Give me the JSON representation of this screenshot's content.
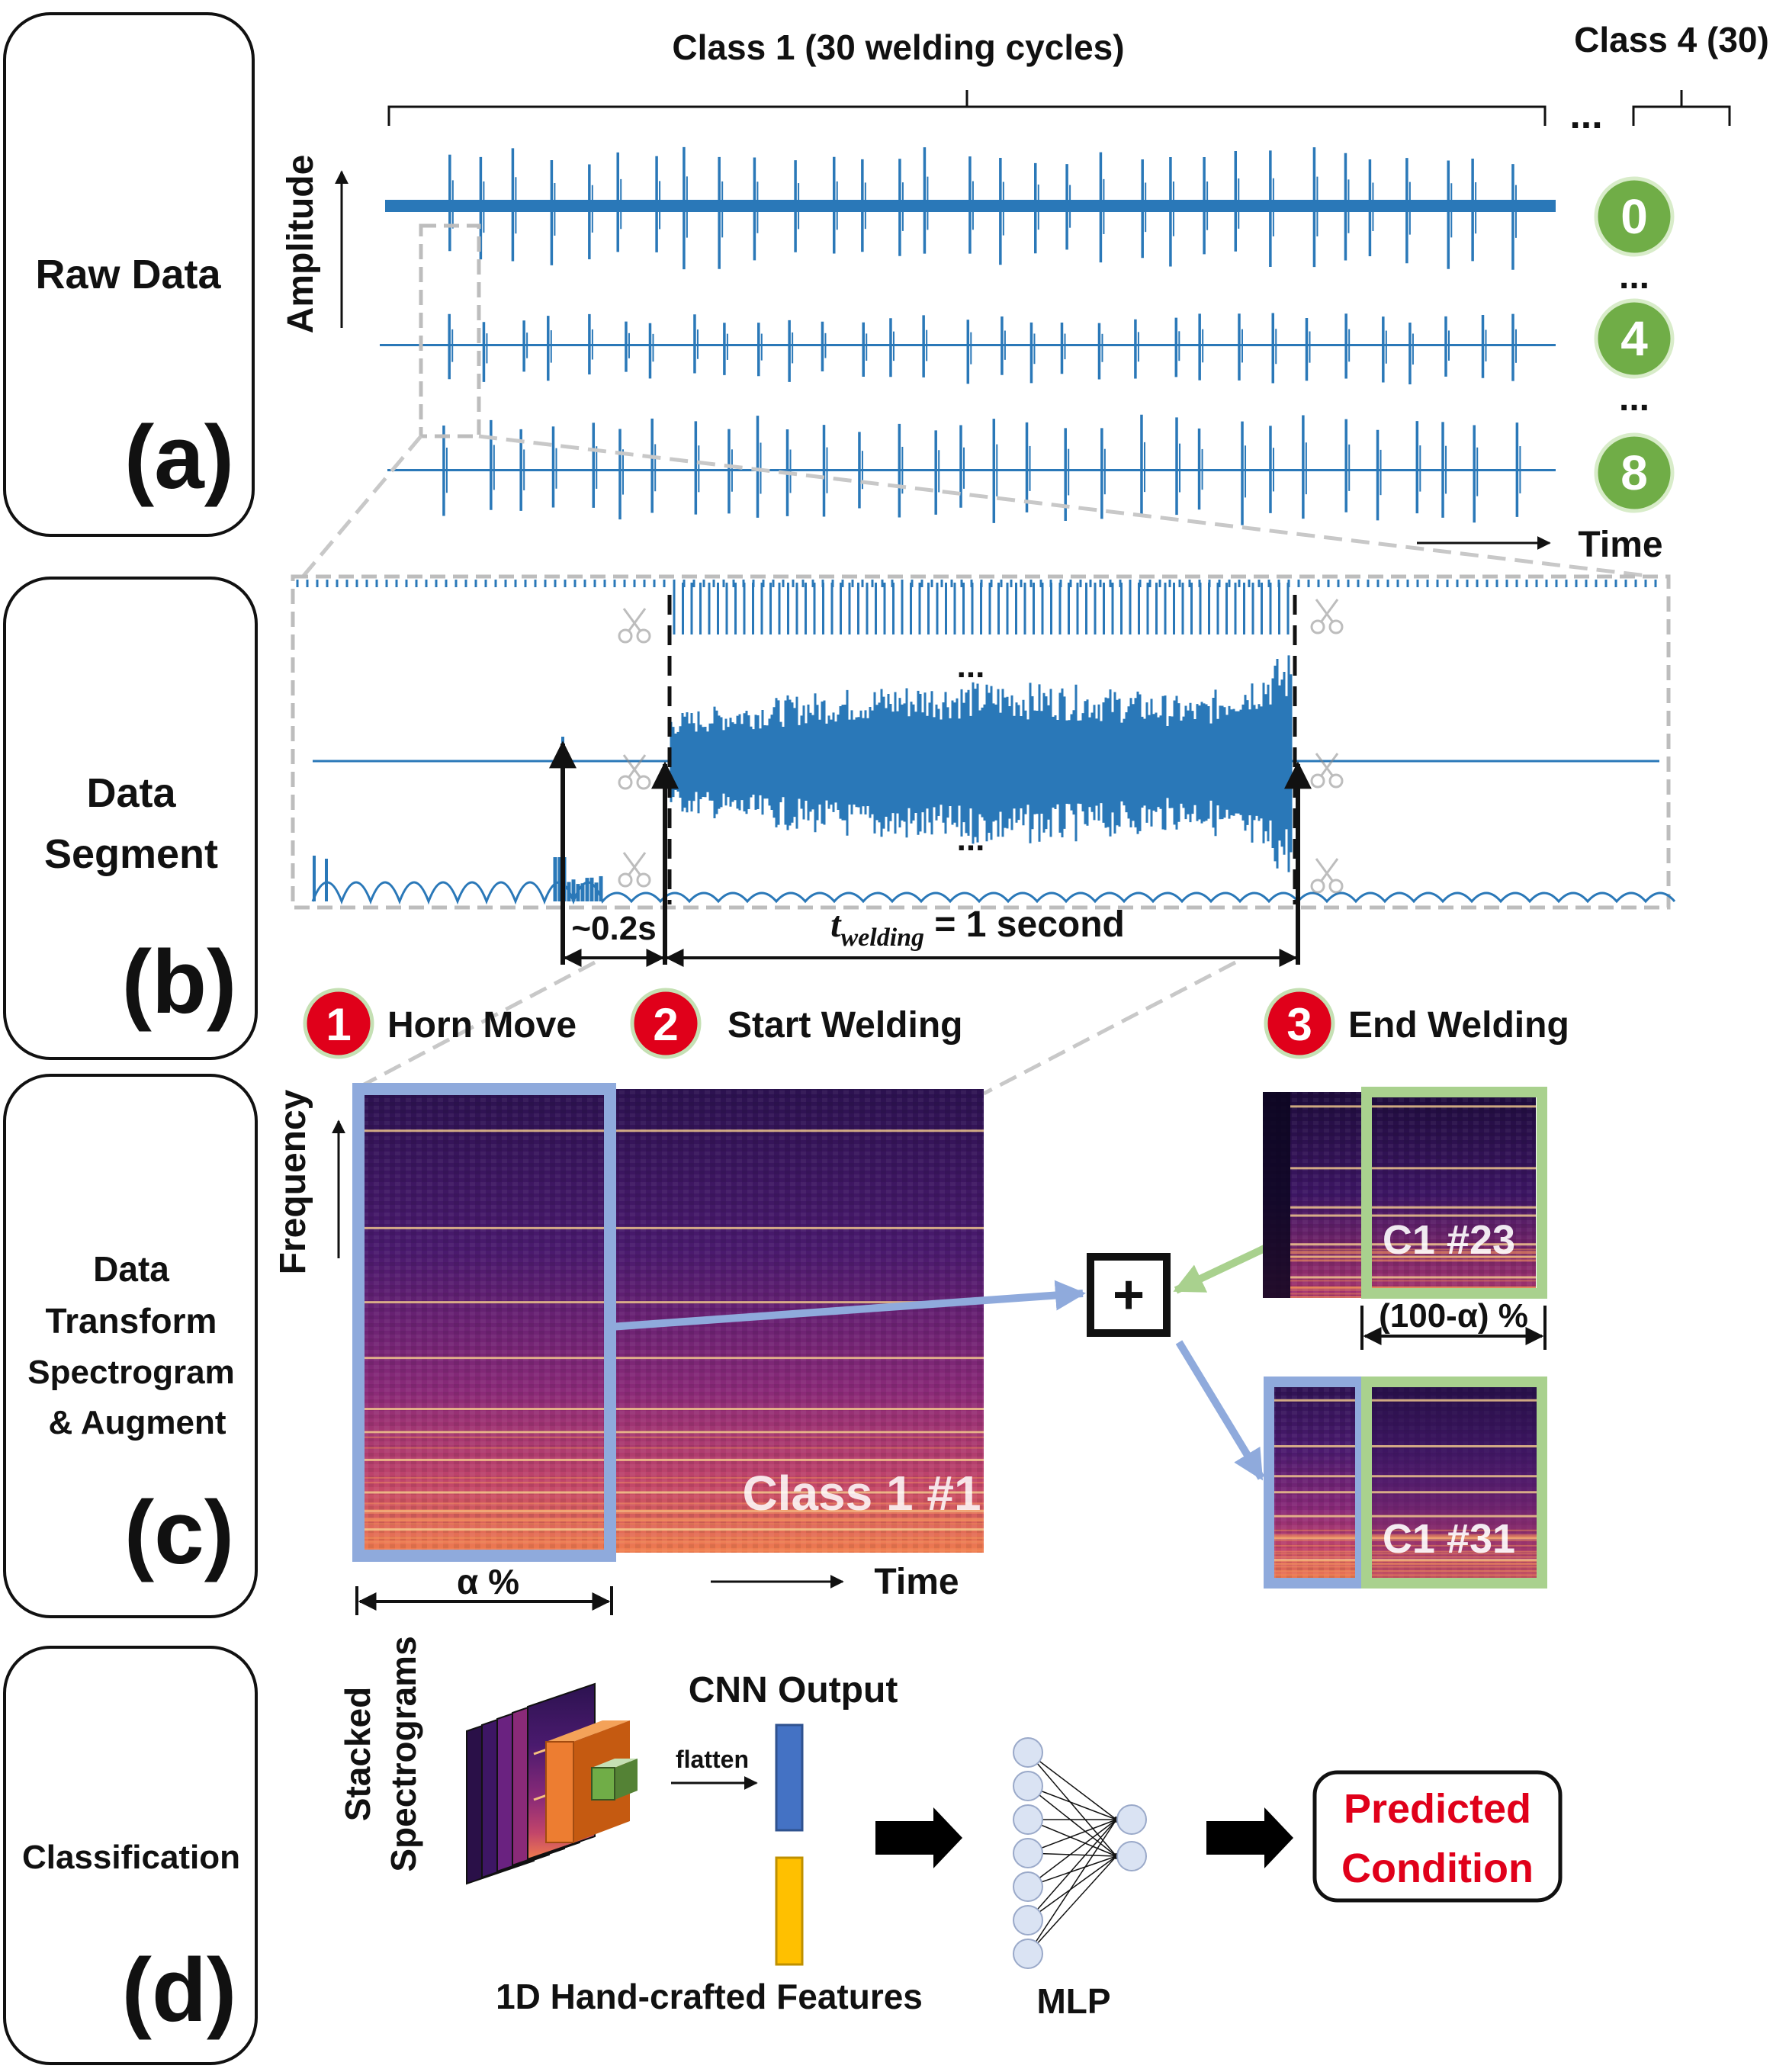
{
  "panels": {
    "a": {
      "title": "Raw Data",
      "letter": "(a)"
    },
    "b": {
      "title_line1": "Data",
      "title_line2": "Segment",
      "letter": "(b)"
    },
    "c": {
      "title_line1": "Data",
      "title_line2": "Transform",
      "title_line3": "Spectrogram",
      "title_line4": "& Augment",
      "letter": "(c)"
    },
    "d": {
      "title": "Classification",
      "letter": "(d)"
    }
  },
  "raw": {
    "class1_label": "Class 1 (30 welding cycles)",
    "class4_label": "Class 4 (30)",
    "ellipsis": "...",
    "amplitude_label": "Amplitude",
    "time_label": "Time",
    "badges": [
      "0",
      "4",
      "8"
    ],
    "badge_ellipsis": "..."
  },
  "segment": {
    "dots": "...",
    "interval_label": "~0.2s",
    "welding_var": "t",
    "welding_sub": "welding",
    "welding_rest": " = 1 second"
  },
  "events": [
    {
      "num": "1",
      "label": "Horn Move"
    },
    {
      "num": "2",
      "label": "Start Welding"
    },
    {
      "num": "3",
      "label": "End Welding"
    }
  ],
  "spectro": {
    "frequency_label": "Frequency",
    "time_label": "Time",
    "main_label": "Class 1 #1",
    "alpha_label": "α %",
    "plus": "+",
    "c23_label": "C1 #23",
    "complement_label": "(100-α) %",
    "c31_label": "C1 #31"
  },
  "classify": {
    "stacked_line1": "Stacked",
    "stacked_line2": "Spectrograms",
    "flatten_label": "flatten",
    "cnn_label": "CNN Output",
    "handcrafted_label": "1D Hand-crafted Features",
    "mlp_label": "MLP",
    "predicted_line1": "Predicted",
    "predicted_line2": "Condition"
  },
  "colors": {
    "signal": "#2a78b8",
    "badge_green": "#70ad47",
    "event_red": "#e0001a",
    "blue_frame": "#8faadc",
    "green_frame": "#a9d18e",
    "cnn_blue": "#4472c4",
    "features_yellow": "#ffc000",
    "predicted_red": "#e0001a"
  }
}
